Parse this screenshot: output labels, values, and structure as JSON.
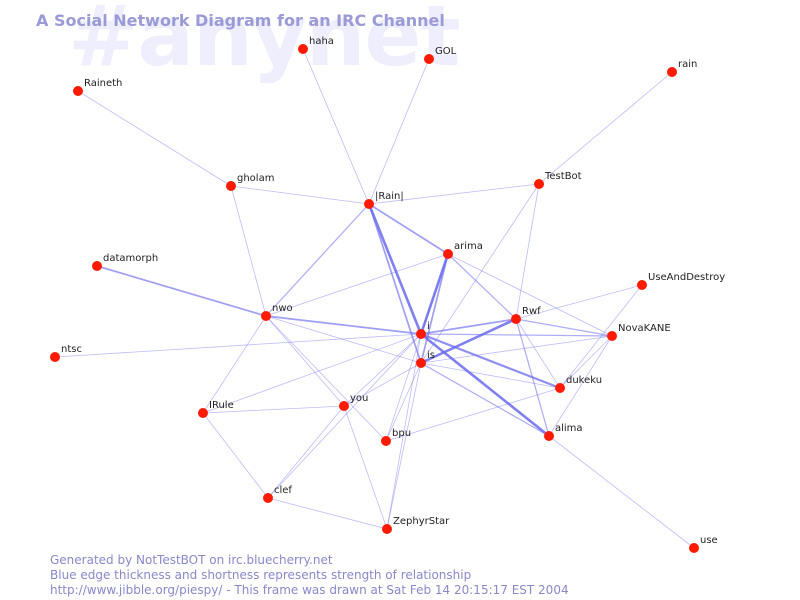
{
  "watermark": "#anynet",
  "title": "A Social Network Diagram for an IRC Channel",
  "colors": {
    "node_fill": "#ff1a00",
    "edge": "#6a6aee",
    "title": "#9a9ad6",
    "footer": "#8888c8",
    "watermark": "#eeeefc"
  },
  "nodes": [
    {
      "id": "haha",
      "label": "haha"
    },
    {
      "id": "GOL",
      "label": "GOL"
    },
    {
      "id": "rain",
      "label": "rain"
    },
    {
      "id": "Raineth",
      "label": "Raineth"
    },
    {
      "id": "gholam",
      "label": "gholam"
    },
    {
      "id": "Rain",
      "label": "|Rain|"
    },
    {
      "id": "TestBot",
      "label": "TestBot"
    },
    {
      "id": "arima",
      "label": "arima"
    },
    {
      "id": "datamorph",
      "label": "datamorph"
    },
    {
      "id": "UseAndDestroy",
      "label": "UseAndDestroy"
    },
    {
      "id": "nwo",
      "label": "nwo"
    },
    {
      "id": "Rwf",
      "label": "Rwf"
    },
    {
      "id": "i",
      "label": "i"
    },
    {
      "id": "NovaKANE",
      "label": "NovaKANE"
    },
    {
      "id": "ntsc",
      "label": "ntsc"
    },
    {
      "id": "is",
      "label": "is"
    },
    {
      "id": "dukeku",
      "label": "dukeku"
    },
    {
      "id": "IRule",
      "label": "IRule"
    },
    {
      "id": "you",
      "label": "you"
    },
    {
      "id": "bpu",
      "label": "bpu"
    },
    {
      "id": "alima",
      "label": "alima"
    },
    {
      "id": "clef",
      "label": "clef"
    },
    {
      "id": "ZephyrStar",
      "label": "ZephyrStar"
    },
    {
      "id": "use",
      "label": "use"
    }
  ],
  "edges": [
    {
      "source": "Rain",
      "target": "i",
      "strength": 3
    },
    {
      "source": "arima",
      "target": "i",
      "strength": 3
    },
    {
      "source": "i",
      "target": "alima",
      "strength": 3
    },
    {
      "source": "is",
      "target": "Rwf",
      "strength": 3
    },
    {
      "source": "i",
      "target": "dukeku",
      "strength": 2.5
    },
    {
      "source": "Rain",
      "target": "is",
      "strength": 2
    },
    {
      "source": "Rain",
      "target": "arima",
      "strength": 2
    },
    {
      "source": "arima",
      "target": "is",
      "strength": 2
    },
    {
      "source": "i",
      "target": "Rwf",
      "strength": 2
    },
    {
      "source": "datamorph",
      "target": "nwo",
      "strength": 2
    },
    {
      "source": "nwo",
      "target": "i",
      "strength": 2
    },
    {
      "source": "Rwf",
      "target": "alima",
      "strength": 1.5
    },
    {
      "source": "i",
      "target": "NovaKANE",
      "strength": 1.5
    },
    {
      "source": "is",
      "target": "alima",
      "strength": 1.5
    },
    {
      "source": "arima",
      "target": "Rwf",
      "strength": 1.5
    },
    {
      "source": "Rain",
      "target": "nwo",
      "strength": 1.5
    },
    {
      "source": "Rwf",
      "target": "NovaKANE",
      "strength": 1.5
    },
    {
      "source": "haha",
      "target": "Rain",
      "strength": 1
    },
    {
      "source": "GOL",
      "target": "Rain",
      "strength": 1
    },
    {
      "source": "gholam",
      "target": "Rain",
      "strength": 1
    },
    {
      "source": "Rain",
      "target": "TestBot",
      "strength": 1
    },
    {
      "source": "TestBot",
      "target": "rain",
      "strength": 1
    },
    {
      "source": "Raineth",
      "target": "gholam",
      "strength": 1
    },
    {
      "source": "gholam",
      "target": "nwo",
      "strength": 1
    },
    {
      "source": "TestBot",
      "target": "Rwf",
      "strength": 1
    },
    {
      "source": "TestBot",
      "target": "is",
      "strength": 1
    },
    {
      "source": "nwo",
      "target": "arima",
      "strength": 1
    },
    {
      "source": "ntsc",
      "target": "i",
      "strength": 1
    },
    {
      "source": "nwo",
      "target": "is",
      "strength": 1
    },
    {
      "source": "nwo",
      "target": "you",
      "strength": 1
    },
    {
      "source": "nwo",
      "target": "bpu",
      "strength": 1
    },
    {
      "source": "nwo",
      "target": "IRule",
      "strength": 1
    },
    {
      "source": "IRule",
      "target": "i",
      "strength": 1
    },
    {
      "source": "IRule",
      "target": "you",
      "strength": 1
    },
    {
      "source": "IRule",
      "target": "clef",
      "strength": 1
    },
    {
      "source": "you",
      "target": "i",
      "strength": 1
    },
    {
      "source": "you",
      "target": "is",
      "strength": 1
    },
    {
      "source": "you",
      "target": "clef",
      "strength": 1
    },
    {
      "source": "you",
      "target": "ZephyrStar",
      "strength": 1
    },
    {
      "source": "clef",
      "target": "ZephyrStar",
      "strength": 1
    },
    {
      "source": "clef",
      "target": "i",
      "strength": 1
    },
    {
      "source": "bpu",
      "target": "is",
      "strength": 1
    },
    {
      "source": "bpu",
      "target": "arima",
      "strength": 1
    },
    {
      "source": "bpu",
      "target": "dukeku",
      "strength": 1
    },
    {
      "source": "ZephyrStar",
      "target": "is",
      "strength": 1
    },
    {
      "source": "ZephyrStar",
      "target": "i",
      "strength": 1
    },
    {
      "source": "arima",
      "target": "NovaKANE",
      "strength": 1
    },
    {
      "source": "Rwf",
      "target": "UseAndDestroy",
      "strength": 1
    },
    {
      "source": "Rwf",
      "target": "dukeku",
      "strength": 1
    },
    {
      "source": "is",
      "target": "dukeku",
      "strength": 1
    },
    {
      "source": "dukeku",
      "target": "NovaKANE",
      "strength": 1
    },
    {
      "source": "dukeku",
      "target": "UseAndDestroy",
      "strength": 1
    },
    {
      "source": "alima",
      "target": "NovaKANE",
      "strength": 1
    },
    {
      "source": "alima",
      "target": "use",
      "strength": 1
    },
    {
      "source": "is",
      "target": "NovaKANE",
      "strength": 1
    }
  ],
  "footer": {
    "line1": "Generated by NotTestBOT on irc.bluecherry.net",
    "line2": "Blue edge thickness and shortness represents strength of relationship",
    "line3": "http://www.jibble.org/piespy/ - This frame was drawn at Sat Feb 14 20:15:17 EST 2004"
  }
}
